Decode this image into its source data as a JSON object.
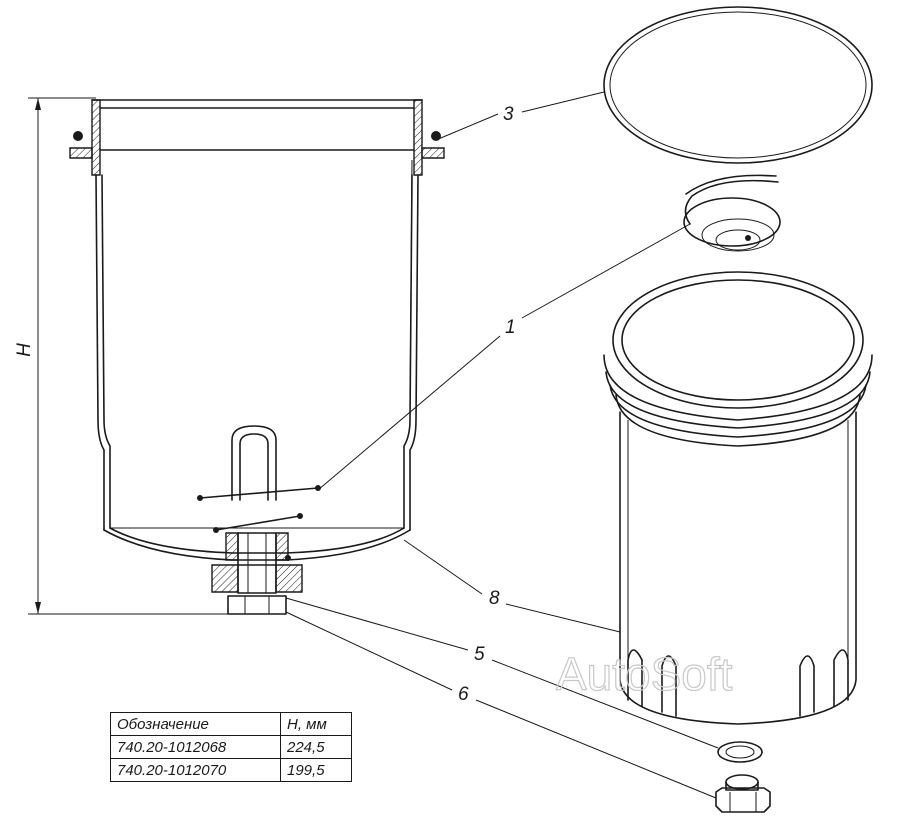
{
  "diagram": {
    "dimension_label": "H",
    "callouts": [
      "3",
      "1",
      "8",
      "5",
      "6"
    ],
    "watermark": "AutoSoft"
  },
  "table": {
    "headers": [
      "Обозначение",
      "H, мм"
    ],
    "rows": [
      [
        "740.20-1012068",
        "224,5"
      ],
      [
        "740.20-1012070",
        "199,5"
      ]
    ]
  }
}
